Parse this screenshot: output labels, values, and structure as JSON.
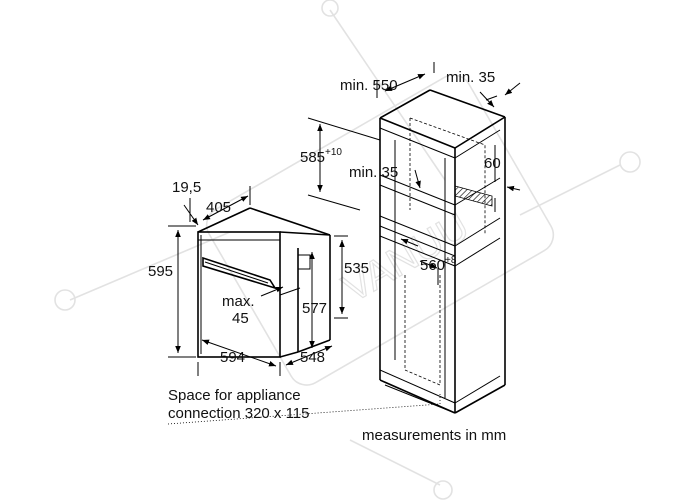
{
  "dimensions": {
    "cabinet_depth": "min. 550",
    "cabinet_side": "min. 35",
    "niche_height_base": "585",
    "niche_height_sup": "+10",
    "inner_gap": "min. 35",
    "vent_height": "60",
    "niche_width_base": "560",
    "niche_width_sup": "+8",
    "front_offset": "19,5",
    "front_depth": "405",
    "oven_height": "595",
    "oven_inner_height": "535",
    "oven_body_height": "577",
    "oven_max": "max.",
    "oven_max_val": "45",
    "oven_width": "594",
    "oven_depth": "548"
  },
  "notes": {
    "space_line1": "Space for appliance",
    "space_line2": "connection 320 x 115",
    "units": "measurements in mm"
  }
}
